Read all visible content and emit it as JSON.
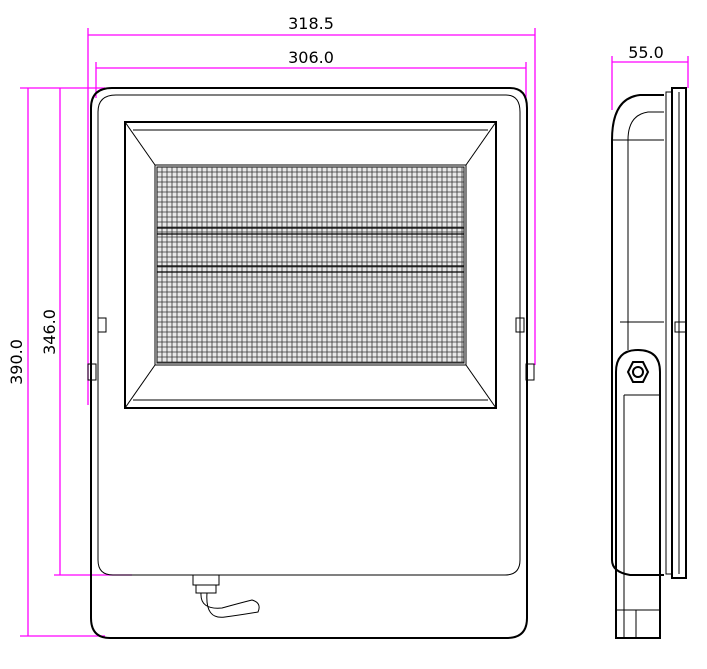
{
  "dimensions": {
    "overall_width": "318.5",
    "body_width": "306.0",
    "side_depth": "55.0",
    "overall_height": "390.0",
    "body_height": "346.0"
  },
  "colors": {
    "dimension_line": "#ff00ff",
    "outline": "#000000",
    "background": "#ffffff"
  },
  "icons": {
    "bracket_bolt": "bolt-icon",
    "cable": "cable-icon"
  }
}
